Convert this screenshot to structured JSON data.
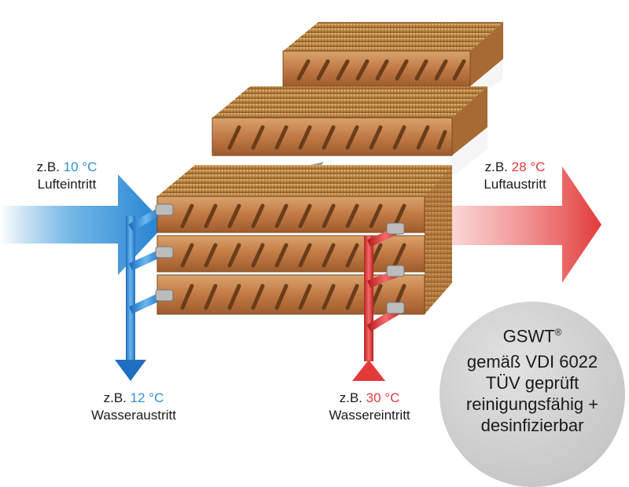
{
  "air_in": {
    "prefix": "z.B.",
    "temp": "10 °C",
    "label": "Lufteintritt"
  },
  "air_out": {
    "prefix": "z.B.",
    "temp": "28 °C",
    "label": "Luftaustritt"
  },
  "water_out": {
    "prefix": "z.B.",
    "temp": "12 °C",
    "label": "Wasseraustritt"
  },
  "water_in": {
    "prefix": "z.B.",
    "temp": "30 °C",
    "label": "Wassereintritt"
  },
  "badge": {
    "brand": "GSWT",
    "reg_mark": "®",
    "line1": "gemäß VDI 6022",
    "line2": "TÜV geprüft",
    "line3": "reinigungsfähig +",
    "line4": "desinfizierbar"
  },
  "colors": {
    "cold": "#2f8fd2",
    "warm": "#e23a3a",
    "copper": "#b8773a",
    "badge_bg": "#c8c8c8"
  }
}
